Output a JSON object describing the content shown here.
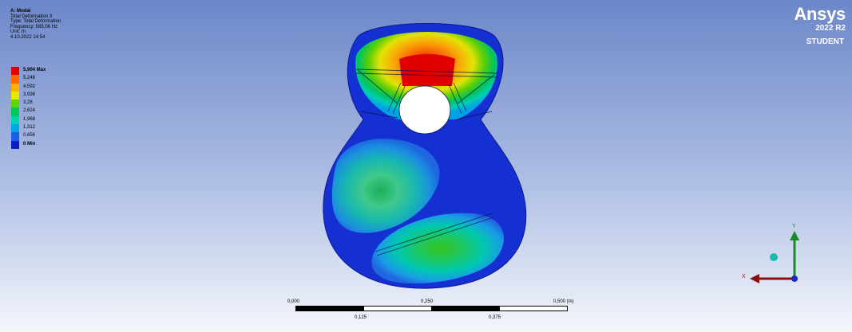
{
  "info": {
    "title": "A: Modal",
    "result_name": "Total Deformation 3",
    "type": "Type: Total Deformation",
    "frequency": "Frequency: 565,06 Hz",
    "unit": "Unit: m",
    "timestamp": "4.10.2022 14:54"
  },
  "legend": [
    {
      "label": "5,904 Max",
      "color": "#e00000",
      "bold": true
    },
    {
      "label": "5,248",
      "color": "#ff6600",
      "bold": false
    },
    {
      "label": "4,592",
      "color": "#ffb000",
      "bold": false
    },
    {
      "label": "3,936",
      "color": "#e8e800",
      "bold": false
    },
    {
      "label": "3,28",
      "color": "#5ed400",
      "bold": false
    },
    {
      "label": "2,624",
      "color": "#00c85a",
      "bold": false
    },
    {
      "label": "1,968",
      "color": "#00d2b4",
      "bold": false
    },
    {
      "label": "1,312",
      "color": "#00a6e6",
      "bold": false
    },
    {
      "label": "0,656",
      "color": "#1c5ee8",
      "bold": false
    },
    {
      "label": "0 Min",
      "color": "#0a1fc4",
      "bold": true
    }
  ],
  "brand": {
    "logo": "Ansys",
    "version": "2022 R2",
    "edition": "STUDENT"
  },
  "scale_bar": {
    "top_labels": [
      "0,000",
      "0,250",
      "0,500 (m)"
    ],
    "bottom_labels": [
      "0,125",
      "0,375"
    ]
  },
  "triad": {
    "x_label": "X",
    "y_label": "Y"
  },
  "colors": {
    "viewport_top": "#6c87c9",
    "viewport_bottom": "#f4f6fb",
    "body_base": "#1530d2"
  }
}
